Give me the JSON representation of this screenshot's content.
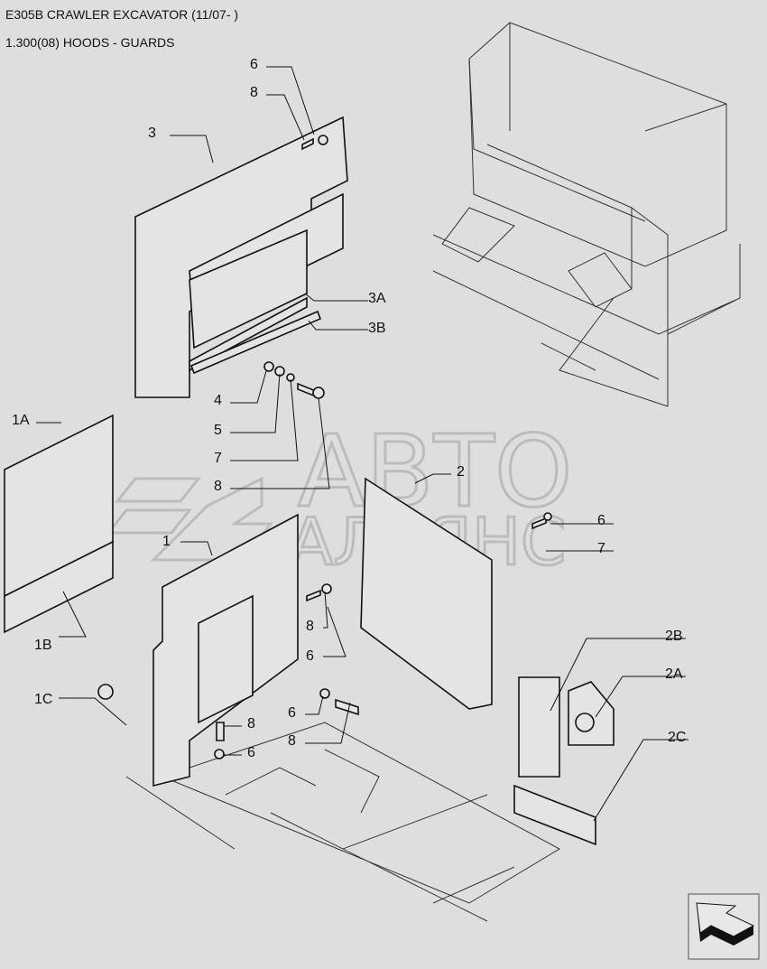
{
  "header": {
    "model": "E305B CRAWLER EXCAVATOR (11/07- )",
    "section": "1.300(08) HOODS - GUARDS"
  },
  "watermark": {
    "line1": "АВТО",
    "line2": "АЛЬЯНС"
  },
  "callouts": {
    "c1": "6",
    "c2": "8",
    "c3": "3",
    "c4": "3A",
    "c5": "3B",
    "c6": "4",
    "c7": "5",
    "c8": "7",
    "c9": "8",
    "c10": "1A",
    "c11": "2",
    "c12": "6",
    "c13": "7",
    "c14": "1",
    "c15": "8",
    "c16": "6",
    "c17": "1B",
    "c18": "1C",
    "c19": "6",
    "c20": "8",
    "c21": "8",
    "c22": "6",
    "c23": "2B",
    "c24": "2A",
    "c25": "2C"
  },
  "nav": {
    "icon": "next-page-arrow-icon"
  }
}
